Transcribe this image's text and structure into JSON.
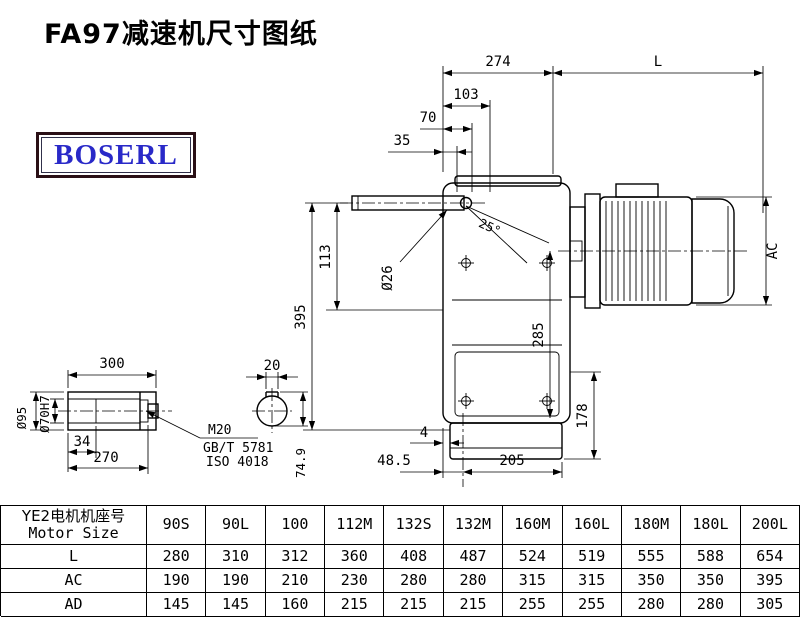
{
  "page": {
    "title": "FA97减速机尺寸图纸"
  },
  "logo": {
    "text": "BOSERL"
  },
  "drawing": {
    "dims": {
      "top_width": "274",
      "motor_length": "L",
      "d103": "103",
      "d70": "70",
      "d35": "35",
      "angle": "25°",
      "shaft_dia": "Ø26",
      "d395": "395",
      "d113": "113",
      "d285": "285",
      "motor_ac": "AC",
      "d178": "178",
      "d4": "4",
      "d48_5": "48.5",
      "d205": "205"
    },
    "shaft_detail": {
      "length": "300",
      "key_width": "20",
      "outer_dia": "Ø95",
      "bore_dia": "Ø70H7",
      "d34": "34",
      "d270": "270",
      "key_height": "74.9",
      "thread": "M20",
      "std1": "GB/T 5781",
      "std2": "ISO 4018"
    }
  },
  "table": {
    "header": {
      "line1": "YE2电机机座号",
      "line2": "Motor Size"
    },
    "columns": [
      "90S",
      "90L",
      "100",
      "112M",
      "132S",
      "132M",
      "160M",
      "160L",
      "180M",
      "180L",
      "200L"
    ],
    "rows": [
      {
        "label": "L",
        "values": [
          "280",
          "310",
          "312",
          "360",
          "408",
          "487",
          "524",
          "519",
          "555",
          "588",
          "654"
        ]
      },
      {
        "label": "AC",
        "values": [
          "190",
          "190",
          "210",
          "230",
          "280",
          "280",
          "315",
          "315",
          "350",
          "350",
          "395"
        ]
      },
      {
        "label": "AD",
        "values": [
          "145",
          "145",
          "160",
          "215",
          "215",
          "215",
          "255",
          "255",
          "280",
          "280",
          "305"
        ]
      }
    ]
  }
}
